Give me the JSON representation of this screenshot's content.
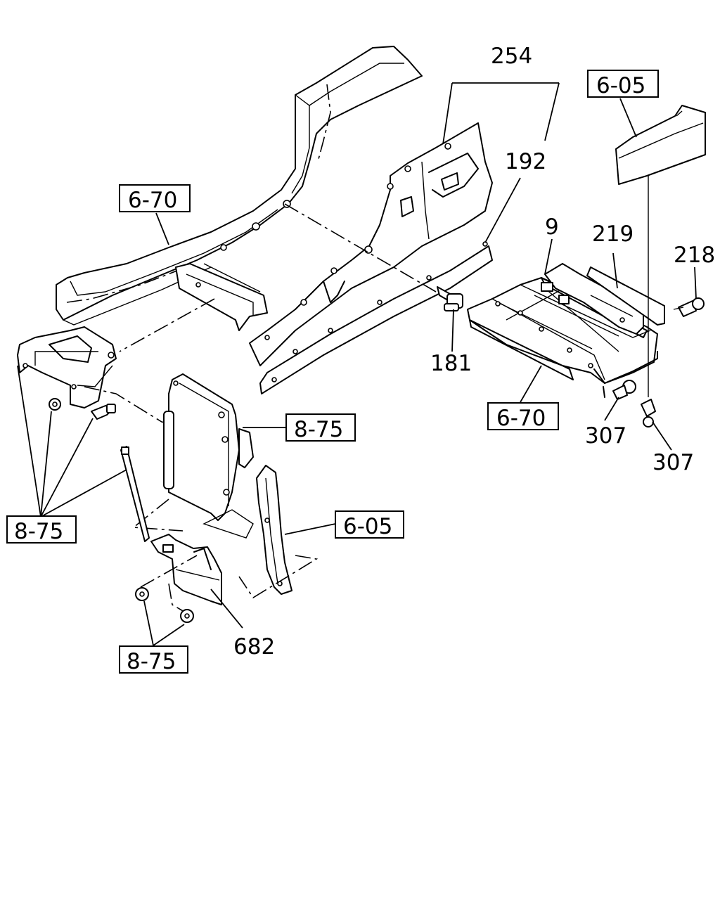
{
  "diagram": {
    "part_labels": {
      "p254": "254",
      "p192": "192",
      "p9": "9",
      "p219": "219",
      "p218": "218",
      "p181": "181",
      "p307a": "307",
      "p307b": "307",
      "p682": "682"
    },
    "reference_boxes": {
      "ref_605_top": "6-05",
      "ref_670_left": "6-70",
      "ref_670_right": "6-70",
      "ref_875_mid": "8-75",
      "ref_875_left": "8-75",
      "ref_605_mid": "6-05",
      "ref_875_bottom": "8-75"
    }
  }
}
